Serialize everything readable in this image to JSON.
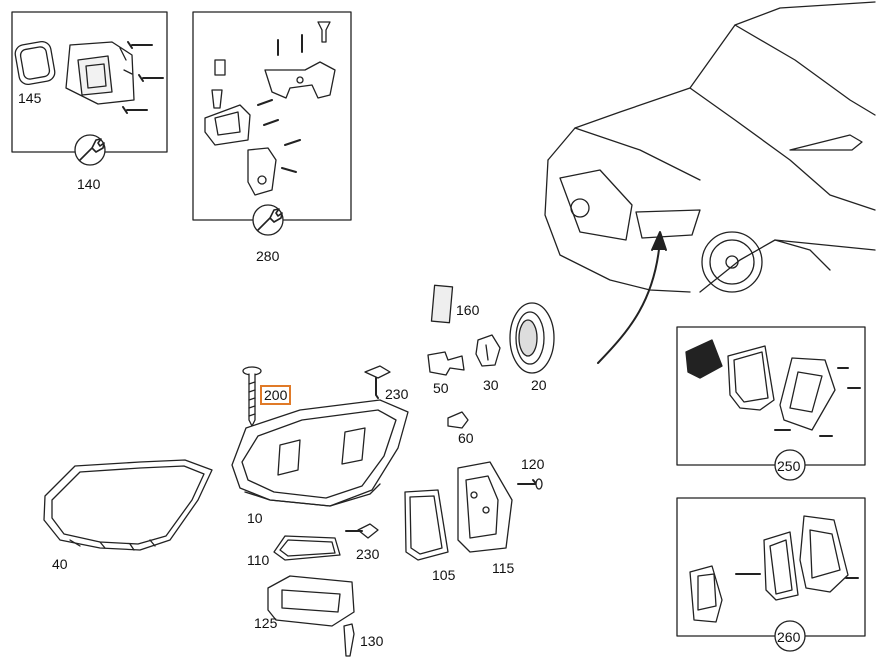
{
  "diagram": {
    "highlight_color": "#e07a28",
    "groups": [
      {
        "id": "g140",
        "label": "140",
        "part_label": "145",
        "icon": "wrench-icon"
      },
      {
        "id": "g280",
        "label": "280",
        "icon": "wrench-icon"
      },
      {
        "id": "g250",
        "label": "250"
      },
      {
        "id": "g260",
        "label": "260"
      }
    ],
    "part_labels": {
      "p10": "10",
      "p20": "20",
      "p30": "30",
      "p40": "40",
      "p50": "50",
      "p60": "60",
      "p105": "105",
      "p110": "110",
      "p115": "115",
      "p120": "120",
      "p125": "125",
      "p130": "130",
      "p160": "160",
      "p200": "200",
      "p230a": "230",
      "p230b": "230"
    },
    "selected_part": "200"
  }
}
